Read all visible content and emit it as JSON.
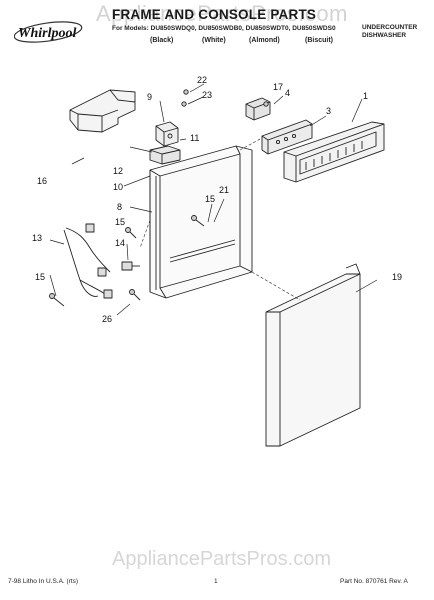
{
  "header": {
    "brand": "Whirlpool",
    "title": "FRAME AND CONSOLE PARTS",
    "models": "For Models: DU850SWDQ0, DU850SWDB0, DU850SWDT0, DU850SWDS0",
    "colors": [
      "(Black)",
      "(White)",
      "(Almond)",
      "(Biscuit)"
    ],
    "category_line1": "UNDERCOUNTER",
    "category_line2": "DISHWASHER"
  },
  "watermark": {
    "top": "AppliancePartsPros.com",
    "bottom": "AppliancePartsPros.com"
  },
  "callouts": {
    "c1": "1",
    "c3": "3",
    "c4": "4",
    "c8": "8",
    "c9": "9",
    "c10": "10",
    "c11": "11",
    "c12": "12",
    "c13": "13",
    "c14": "14",
    "c15a": "15",
    "c15b": "15",
    "c15c": "15",
    "c16": "16",
    "c17": "17",
    "c19": "19",
    "c21": "21",
    "c22": "22",
    "c23": "23",
    "c26": "26"
  },
  "footer": {
    "left": "7-98 Litho In U.S.A. (rts)",
    "center": "1",
    "right": "Part No. 870761 Rev. A"
  }
}
